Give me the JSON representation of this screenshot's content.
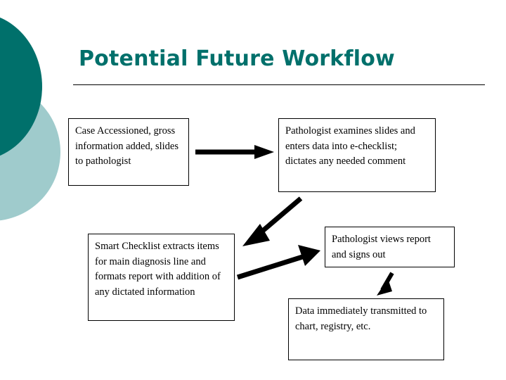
{
  "slide": {
    "title": "Potential Future Workflow",
    "theme": {
      "title_color": "#00706B",
      "decoration_dark": "#00706B",
      "decoration_light": "#9FCBCC",
      "box_border": "#000000",
      "arrow_color": "#000000",
      "background": "#ffffff"
    }
  },
  "decorations": [
    {
      "name": "dark-teal-circle",
      "color": "#00706B"
    },
    {
      "name": "light-teal-circle",
      "color": "#9FCBCC"
    }
  ],
  "flow": {
    "boxes": [
      {
        "id": "accession",
        "text": "Case Accessioned, gross information added, slides to pathologist"
      },
      {
        "id": "examine",
        "text": "Pathologist examines slides and enters data into e-checklist; dictates any needed comment"
      },
      {
        "id": "checklist",
        "text": "Smart Checklist extracts items for main diagnosis line and formats report with addition of any dictated information"
      },
      {
        "id": "views",
        "text": "Pathologist views report and signs out"
      },
      {
        "id": "transmit",
        "text": "Data immediately transmitted to chart, registry, etc."
      }
    ],
    "arrows": [
      {
        "id": "accession-to-examine",
        "direction": "right"
      },
      {
        "id": "examine-to-checklist",
        "direction": "down-left"
      },
      {
        "id": "checklist-to-views",
        "direction": "up-right"
      },
      {
        "id": "views-to-transmit",
        "direction": "down-left"
      }
    ]
  }
}
